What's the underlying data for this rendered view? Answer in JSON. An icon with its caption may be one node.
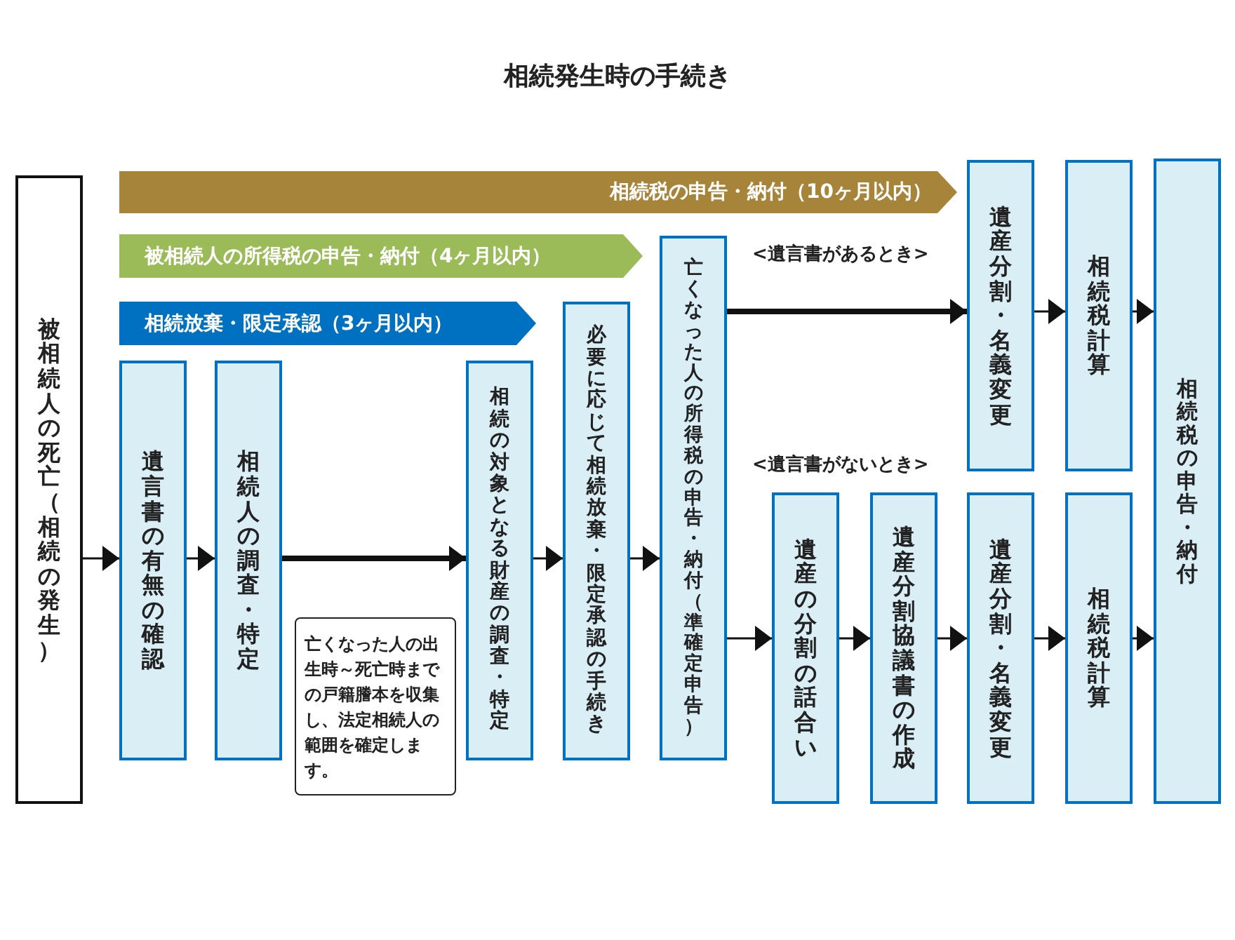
{
  "diagram": {
    "title": "相続発生時の手続き",
    "nodes": [
      {
        "text": [
          "被相続人の死亡（相続の発生）"
        ]
      },
      {
        "text": [
          "相続税の申告・納付（10ヶ月以内）"
        ]
      },
      {
        "text": [
          "被相続人の所得税の申告・納付（4ヶ月以内）"
        ]
      },
      {
        "text": [
          "相続放棄・限定承認（3ヶ月以内）"
        ]
      },
      {
        "text": [
          "遺言書の有無の確認"
        ]
      },
      {
        "text": [
          "相続人の調査・特定"
        ]
      },
      {
        "text": [
          "亡くなった人の出生時～死亡時までの戸籍謄本を収集し、法定相続人の範囲を確定します。"
        ]
      },
      {
        "text": [
          "相続の対象となる財産の調査・特定"
        ]
      },
      {
        "text": [
          "必要に応じて相続放棄・限定承認の手続き"
        ]
      },
      {
        "text": [
          "亡くなった人の所得税の申告・納付（準確定申告）"
        ]
      },
      {
        "text": [
          "遺産分割・名義変更"
        ]
      },
      {
        "text": [
          "相続税計算"
        ]
      },
      {
        "text": [
          "相続税の申告・納付"
        ]
      },
      {
        "text": [
          "遺産の分割の話合い"
        ]
      },
      {
        "text": [
          "遺産分割協議書の作成"
        ]
      },
      {
        "text": [
          "遺産分割・名義変更"
        ]
      },
      {
        "text": [
          "相続税計算"
        ]
      }
    ],
    "edges": [
      {
        "from": 0,
        "to": 4,
        "arrow": "to"
      },
      {
        "from": 4,
        "to": 5,
        "arrow": "to"
      },
      {
        "from": 5,
        "to": 7,
        "arrow": "to",
        "style": "thick"
      },
      {
        "from": 7,
        "to": 8,
        "arrow": "to"
      },
      {
        "from": 8,
        "to": 9,
        "arrow": "to"
      },
      {
        "from": 9,
        "to": 10,
        "arrow": "to",
        "style": "thick"
      },
      {
        "from": 10,
        "to": 11,
        "arrow": "to"
      },
      {
        "from": 11,
        "to": 12,
        "arrow": "to"
      },
      {
        "from": 9,
        "to": 13,
        "arrow": "to"
      },
      {
        "from": 13,
        "to": 14,
        "arrow": "to"
      },
      {
        "from": 14,
        "to": 15,
        "arrow": "to"
      },
      {
        "from": 15,
        "to": 16,
        "arrow": "to"
      },
      {
        "from": 16,
        "to": 12,
        "arrow": "to"
      }
    ],
    "labels": [
      "<遺言書があるとき>",
      "<遺言書がないとき>"
    ]
  }
}
